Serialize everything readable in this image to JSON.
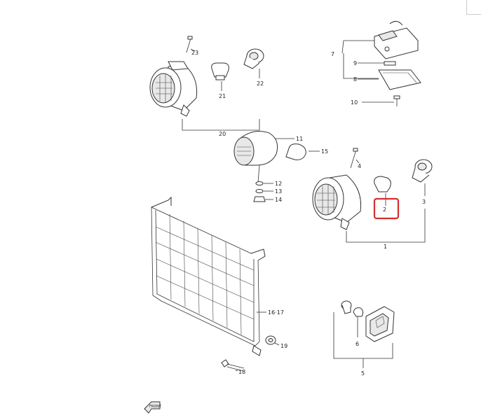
{
  "callouts": {
    "c1": "1",
    "c2": "2",
    "c3": "3",
    "c4": "4",
    "c5": "5",
    "c6": "6",
    "c7": "7",
    "c8": "8",
    "c9": "9",
    "c10": "10",
    "c11": "11",
    "c12": "12",
    "c13": "13",
    "c14": "14",
    "c15": "15",
    "c1617": "16·17",
    "c18": "18",
    "c19": "19",
    "c20": "20",
    "c21": "21",
    "c22": "22",
    "c23": "23"
  },
  "front_mark": "FRONT",
  "highlight_color": "#d32f2f"
}
